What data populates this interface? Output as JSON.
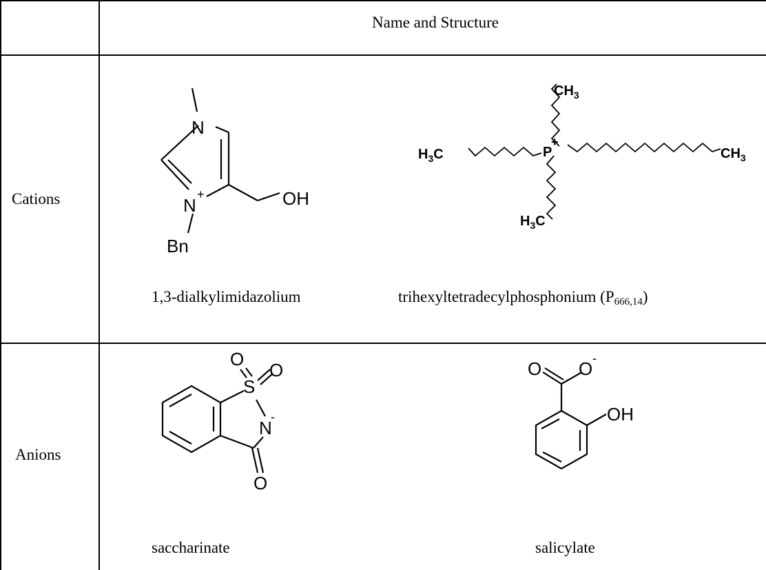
{
  "table": {
    "header": {
      "name_and_structure": "Name and Structure"
    },
    "rows": [
      {
        "label": "Cations",
        "items": [
          {
            "caption": "1,3-dialkylimidazolium",
            "atoms": {
              "n1": "N",
              "n2": "N",
              "plus": "+",
              "oh": "OH",
              "bn": "Bn"
            }
          },
          {
            "caption_main": "trihexyltetradecylphosphonium (P",
            "caption_sub": "666,14",
            "caption_end": ")",
            "atoms": {
              "ch3_top": "CH",
              "ch3_right": "CH",
              "h3c_left": "H",
              "h3c_bottom": "H",
              "sub3": "3",
              "c": "C",
              "p": "P",
              "plus": "+"
            }
          }
        ]
      },
      {
        "label": "Anions",
        "items": [
          {
            "caption": "saccharinate",
            "atoms": {
              "o_top1": "O",
              "o_top2": "O",
              "s": "S",
              "n": "N",
              "minus": "-",
              "o_bottom": "O"
            }
          },
          {
            "caption": "salicylate",
            "atoms": {
              "o1": "O",
              "o2": "O",
              "minus": "-",
              "oh": "OH"
            }
          }
        ]
      }
    ]
  }
}
